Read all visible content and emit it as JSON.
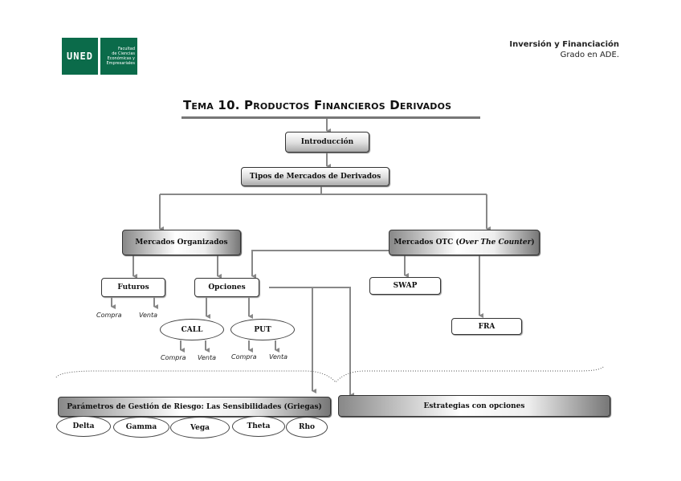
{
  "header": {
    "logo_main": "UNED",
    "logo_sub": [
      "Facultad",
      "de Ciencias",
      "Económicas y",
      "Empresariales"
    ],
    "course": "Inversión y Financiación",
    "degree": "Grado en ADE."
  },
  "title": "Tema 10. Productos Financieros Derivados",
  "nodes": {
    "intro": "Introducción",
    "tipos": "Tipos de Mercados de Derivados",
    "organizados": "Mercados Organizados",
    "otc_prefix": "Mercados OTC (",
    "otc_italic": "Over The Counter",
    "otc_suffix": ")",
    "futuros": "Futuros",
    "opciones": "Opciones",
    "swap": "SWAP",
    "fra": "FRA",
    "call": "CALL",
    "put": "PUT",
    "futuros_compra": "Compra",
    "futuros_venta": "Venta",
    "call_compra": "Compra",
    "call_venta": "Venta",
    "put_compra": "Compra",
    "put_venta": "Venta",
    "parametros": "Parámetros de Gestión de Riesgo: Las Sensibilidades (Griegas)",
    "estrategias": "Estrategias con opciones"
  },
  "griegas": [
    "Delta",
    "Gamma",
    "Vega",
    "Theta",
    "Rho"
  ]
}
